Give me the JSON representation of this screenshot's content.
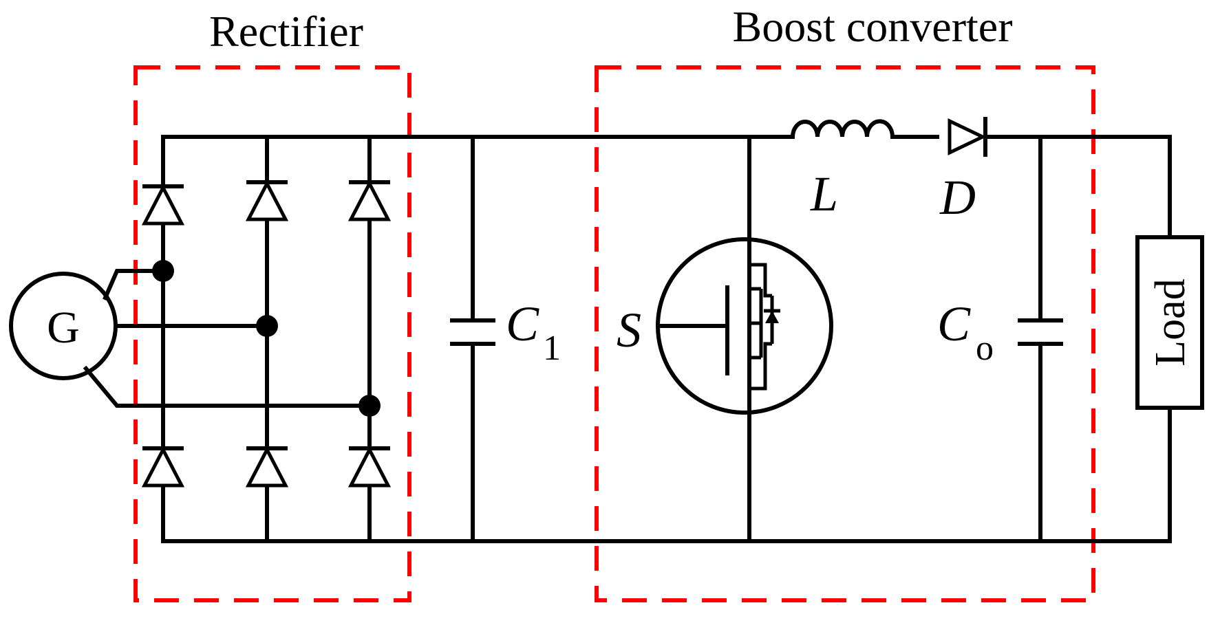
{
  "blocks": {
    "rectifier": {
      "label": "Rectifier",
      "box_color": "#ff0000"
    },
    "boost": {
      "label": "Boost converter",
      "box_color": "#ff0000"
    }
  },
  "components": {
    "generator": {
      "symbol": "G"
    },
    "input_capacitor": {
      "symbol": "C",
      "subscript": "1"
    },
    "switch": {
      "symbol": "S"
    },
    "inductor": {
      "symbol": "L"
    },
    "diode": {
      "symbol": "D"
    },
    "output_capacitor": {
      "symbol": "C",
      "subscript": "o"
    },
    "load": {
      "label": "Load"
    }
  }
}
